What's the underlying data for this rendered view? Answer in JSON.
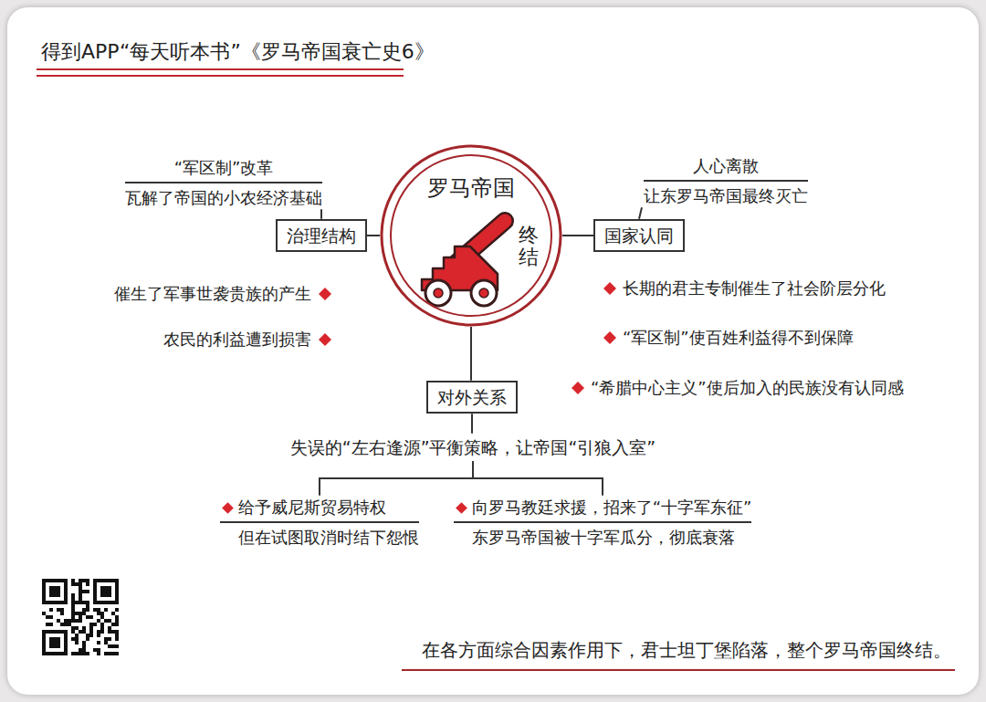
{
  "diagram": {
    "title": "得到APP“每天听本书”《罗马帝国衰亡史6》",
    "caption": "在各方面综合因素作用下，君士坦丁堡陷落，整个罗马帝国终结。",
    "nodes": [
      {
        "text": [
          "罗马帝国",
          "终结"
        ]
      },
      {
        "text": [
          "治理结构"
        ]
      },
      {
        "text": [
          "“军区制”改革",
          "瓦解了帝国的小农经济基础"
        ]
      },
      {
        "text": [
          "国家认同"
        ]
      },
      {
        "text": [
          "人心离散",
          "让东罗马帝国最终灭亡"
        ]
      },
      {
        "text": [
          "对外关系"
        ]
      },
      {
        "text": [
          "失误的“左右逢源”平衡策略，让帝国“引狼入室”"
        ]
      },
      {
        "text": [
          "给予威尼斯贸易特权",
          "但在试图取消时结下怨恨"
        ]
      },
      {
        "text": [
          "向罗马教廷求援，招来了“十字军东征”",
          "东罗马帝国被十字军瓜分，彻底衰落"
        ]
      }
    ],
    "edges": [
      {
        "from": 0,
        "to": 1,
        "arrow": "none"
      },
      {
        "from": 0,
        "to": 3,
        "arrow": "none"
      },
      {
        "from": 0,
        "to": 5,
        "arrow": "none"
      },
      {
        "from": 1,
        "to": 2,
        "arrow": "none"
      },
      {
        "from": 3,
        "to": 4,
        "arrow": "none"
      },
      {
        "from": 5,
        "to": 6,
        "arrow": "none"
      },
      {
        "from": 6,
        "to": 7,
        "arrow": "none"
      },
      {
        "from": 6,
        "to": 8,
        "arrow": "none"
      }
    ],
    "labels": [
      "催生了军事世袭贵族的产生",
      "农民的利益遭到损害",
      "长期的君主专制催生了社会阶层分化",
      "“军区制”使百姓利益得不到保障",
      "“希腊中心主义”使后加入的民族没有认同感"
    ]
  }
}
